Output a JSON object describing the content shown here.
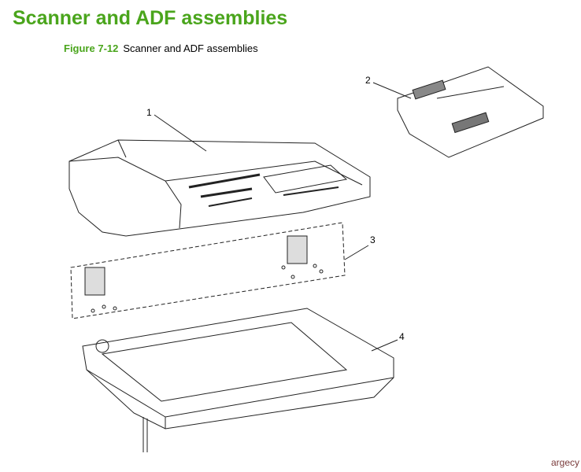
{
  "header": {
    "title": "Scanner and ADF assemblies"
  },
  "figure": {
    "number": "Figure 7-12",
    "caption": "Scanner and ADF assemblies"
  },
  "callouts": [
    "1",
    "2",
    "3",
    "4"
  ],
  "watermark": "argecy"
}
